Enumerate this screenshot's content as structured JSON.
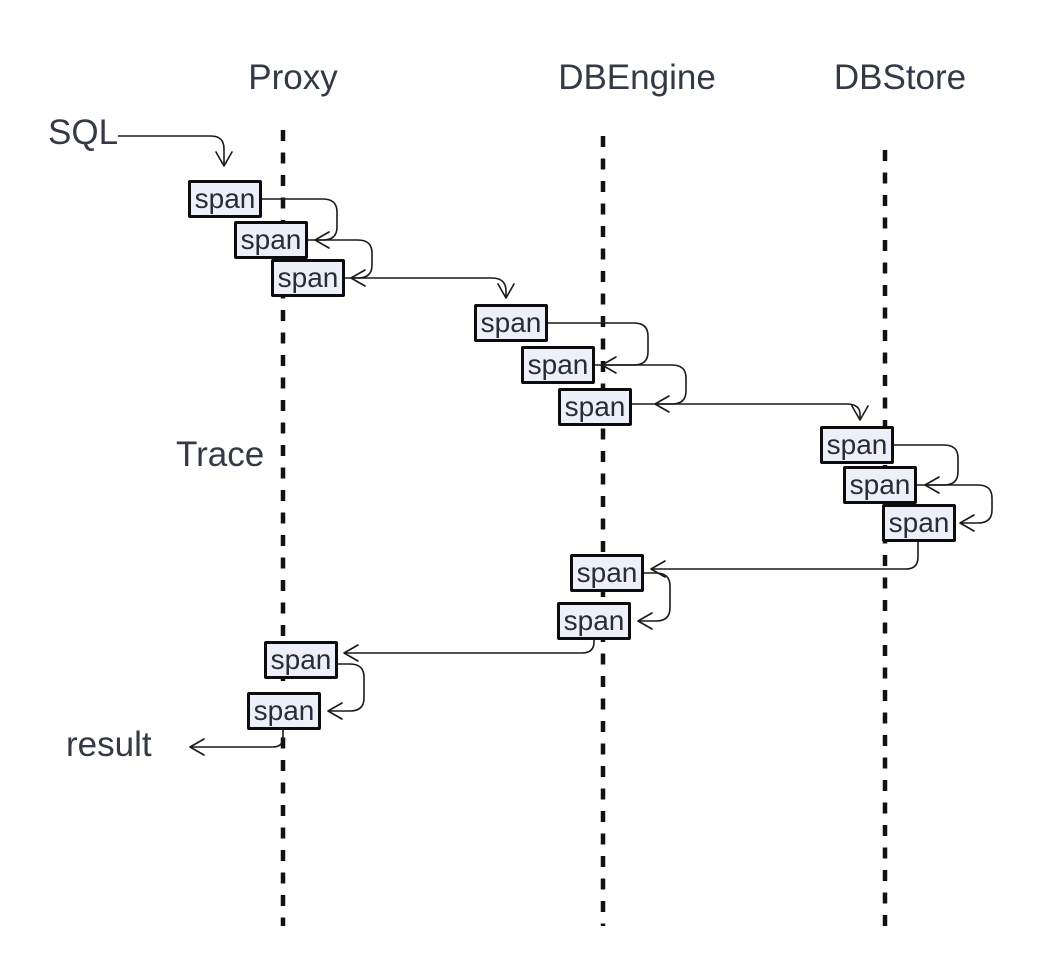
{
  "diagram": {
    "lanes": [
      {
        "name": "Proxy"
      },
      {
        "name": "DBEngine"
      },
      {
        "name": "DBStore"
      }
    ],
    "annotations": {
      "input": "SQL",
      "trace": "Trace",
      "output": "result"
    },
    "spans": [
      {
        "lane": "Proxy",
        "label": "span"
      },
      {
        "lane": "Proxy",
        "label": "span"
      },
      {
        "lane": "Proxy",
        "label": "span"
      },
      {
        "lane": "DBEngine",
        "label": "span"
      },
      {
        "lane": "DBEngine",
        "label": "span"
      },
      {
        "lane": "DBEngine",
        "label": "span"
      },
      {
        "lane": "DBStore",
        "label": "span"
      },
      {
        "lane": "DBStore",
        "label": "span"
      },
      {
        "lane": "DBStore",
        "label": "span"
      },
      {
        "lane": "DBEngine",
        "label": "span"
      },
      {
        "lane": "DBEngine",
        "label": "span"
      },
      {
        "lane": "Proxy",
        "label": "span"
      },
      {
        "lane": "Proxy",
        "label": "span"
      }
    ],
    "colors": {
      "background": "#ffffff",
      "line": "#1a1a1a",
      "span_fill": "#edf0f9",
      "span_border": "#0c0c0c",
      "text": "#333a46"
    }
  }
}
